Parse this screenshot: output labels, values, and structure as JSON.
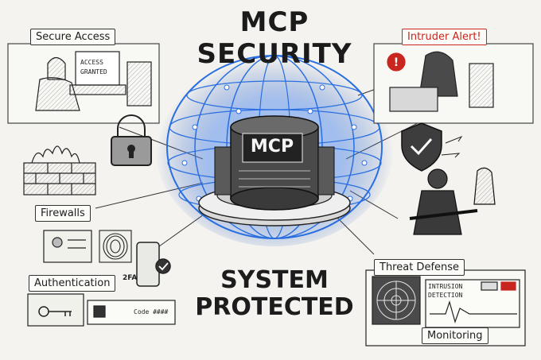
{
  "title": "MCP SECURITY",
  "center": {
    "mcp_label": "MCP",
    "status_line1": "SYSTEM",
    "status_line2": "PROTECTED"
  },
  "labels": {
    "secure_access": "Secure Access",
    "intruder_alert": "Intruder Alert!",
    "firewalls": "Firewalls",
    "authentication": "Authentication",
    "threat_defense": "Threat Defense",
    "monitoring": "Monitoring"
  },
  "screen_texts": {
    "access_line1": "ACCESS",
    "access_line2": "GRANTED",
    "intrusion_line1": "INTRUSION",
    "intrusion_line2": "DETECTION",
    "code": "Code ####",
    "two_fa": "2FA"
  },
  "icons": [
    "lock-icon",
    "shield-check-icon",
    "warning-icon",
    "fingerprint-icon",
    "key-icon",
    "id-card-icon",
    "phone-icon",
    "radar-icon",
    "firewall-icon"
  ],
  "colors": {
    "accent_blue": "#2a6fe0",
    "alert_red": "#c8261f",
    "ink": "#1f1f1f"
  }
}
